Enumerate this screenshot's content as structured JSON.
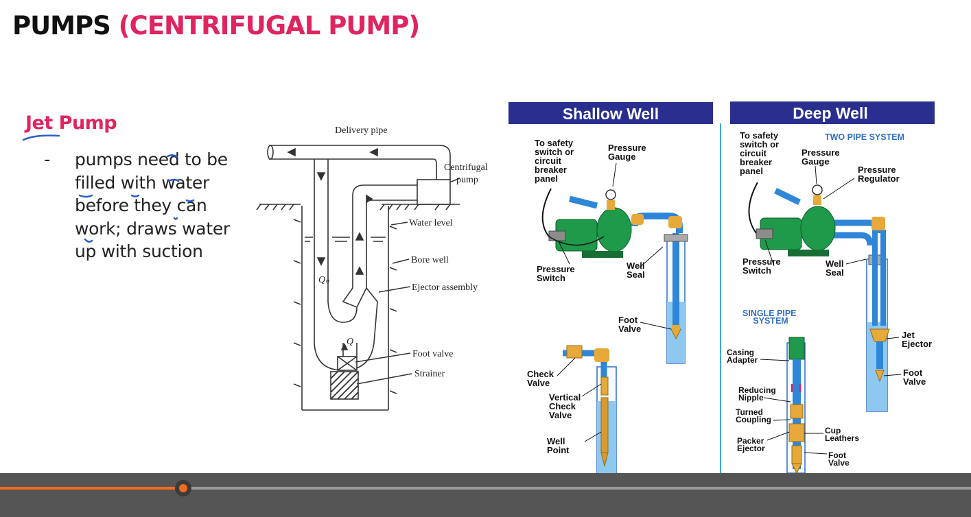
{
  "slide": {
    "title_main": "PUMPS",
    "title_accent": "(CENTRIFUGAL PUMP)",
    "heading": "Jet Pump",
    "bullet_marker": "-",
    "bullet_lines": [
      "pumps need to be",
      "filled with water",
      "before they can",
      "work; draws water",
      "up with suction"
    ]
  },
  "diagram": {
    "delivery_pipe": "Delivery pipe",
    "centrifugal_1": "Centrifugal",
    "centrifugal_2": "pump",
    "water_level": "Water level",
    "bore_well": "Bore well",
    "ejector_assembly": "Ejector assembly",
    "foot_valve": "Foot valve",
    "strainer": "Strainer",
    "q_n": "Qₙ",
    "q": "Q"
  },
  "shallow": {
    "title": "Shallow Well",
    "safety": [
      "To safety",
      "switch or",
      "circuit",
      "breaker",
      "panel"
    ],
    "pressure_gauge": [
      "Pressure",
      "Gauge"
    ],
    "pressure_switch": [
      "Pressure",
      "Switch"
    ],
    "well_seal": [
      "Well",
      "Seal"
    ],
    "foot_valve": [
      "Foot",
      "Valve"
    ],
    "check_valve": [
      "Check",
      "Valve"
    ],
    "vertical_check": [
      "Vertical",
      "Check",
      "Valve"
    ],
    "well_point": [
      "Well",
      "Point"
    ]
  },
  "deep": {
    "title": "Deep Well",
    "two_pipe": "TWO PIPE SYSTEM",
    "safety": [
      "To safety",
      "switch or",
      "circuit",
      "breaker",
      "panel"
    ],
    "pressure_gauge": [
      "Pressure",
      "Gauge"
    ],
    "pressure_regulator": [
      "Pressure",
      "Regulator"
    ],
    "pressure_switch": [
      "Pressure",
      "Switch"
    ],
    "well_seal": [
      "Well",
      "Seal"
    ],
    "jet_ejector": [
      "Jet",
      "Ejector"
    ],
    "foot_valve": [
      "Foot",
      "Valve"
    ],
    "single_pipe": [
      "SINGLE PIPE",
      "SYSTEM"
    ],
    "casing_adapter": [
      "Casing",
      "Adapter"
    ],
    "reducing_nipple": [
      "Reducing",
      "Nipple"
    ],
    "turned_coupling": [
      "Turned",
      "Coupling"
    ],
    "packer_ejector": [
      "Packer",
      "Ejector"
    ],
    "cup_leathers": [
      "Cup",
      "Leathers"
    ],
    "foot_valve_2": [
      "Foot",
      "Valve"
    ]
  },
  "player": {
    "progress": 0.189
  },
  "colors": {
    "accent": "#e0245e",
    "panel_header": "#2a2f8f",
    "pipe_blue": "#2f86d9",
    "pump_green": "#1f9a4a",
    "brass": "#e6a93a",
    "player_bg": "#555555",
    "progress": "#f26b1d"
  }
}
